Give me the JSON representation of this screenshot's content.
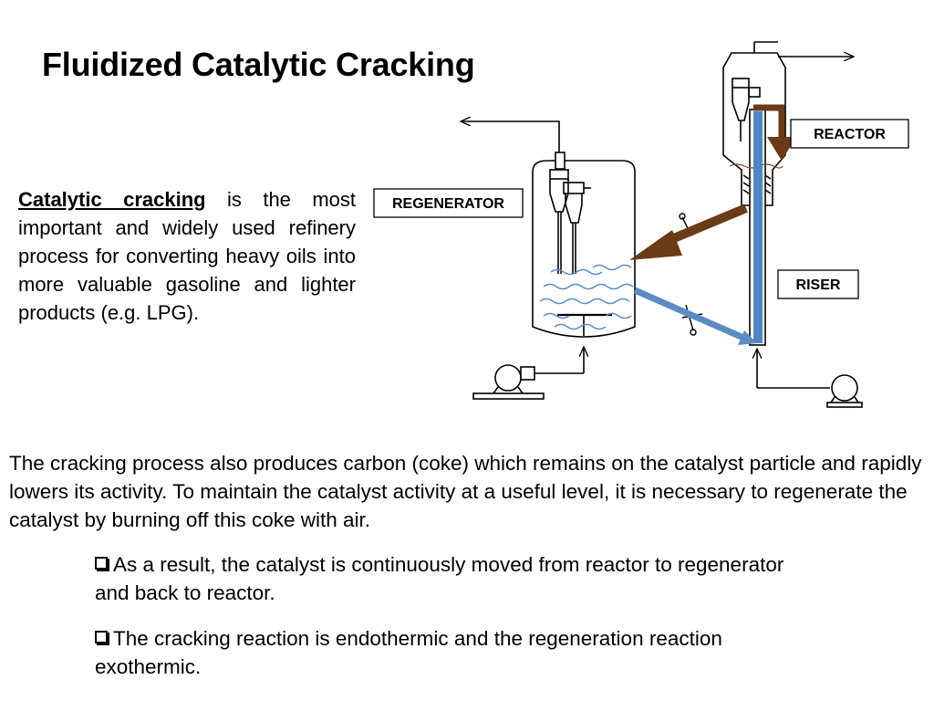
{
  "slide": {
    "title": "Fluidized Catalytic Cracking",
    "intro": {
      "term": "Catalytic cracking",
      "rest": " is the most important and widely used refinery process for converting heavy oils into more valuable gasoline and lighter products (e.g. LPG)."
    },
    "paragraph": "The cracking process also produces carbon (coke) which remains on the catalyst particle and rapidly lowers its activity. To maintain the catalyst activity at a useful level, it is necessary to regenerate the catalyst by burning off this coke with air.",
    "bullets": [
      "As a result, the catalyst is continuously moved from reactor to regenerator and back to reactor.",
      "The cracking reaction is endothermic and the regeneration reaction exothermic."
    ]
  },
  "diagram": {
    "labels": {
      "regenerator": "REGENERATOR",
      "reactor": "REACTOR",
      "riser": "RISER"
    },
    "colors": {
      "spent_catalyst_arrow": "#6b3a17",
      "regenerated_catalyst_arrow": "#5b8cc4",
      "bed_waves": "#5b8cc4",
      "riser_fill": "#4f86c6",
      "equipment_outline": "#000000"
    }
  }
}
